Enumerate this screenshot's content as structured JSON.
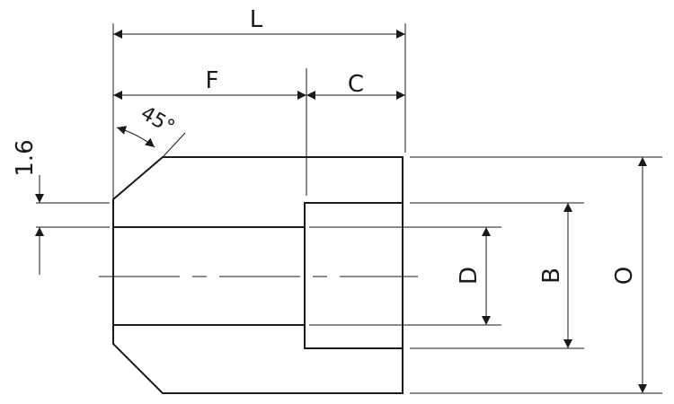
{
  "dimensions": {
    "overall_length": "L",
    "bore_length": "F",
    "counterbore_length": "C",
    "chamfer_angle": "45°",
    "chamfer_size": "1.6",
    "bore_diameter": "D",
    "counterbore_diameter": "B",
    "outer_diameter": "O"
  },
  "colors": {
    "line": "#1a1a1a",
    "background": "#ffffff"
  }
}
